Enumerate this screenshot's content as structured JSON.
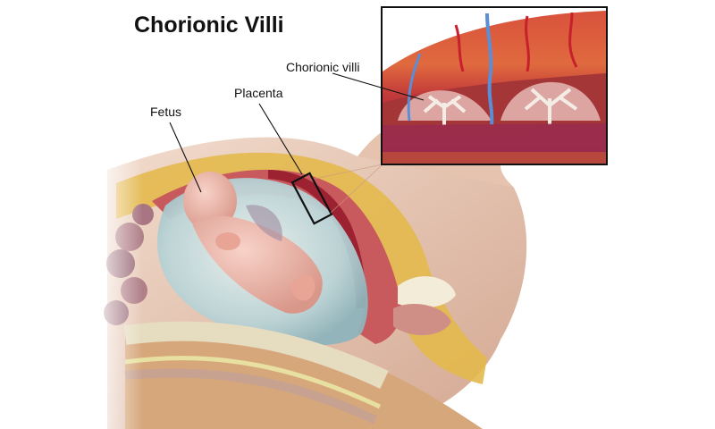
{
  "title": "Chorionic Villi",
  "labels": {
    "fetus": "Fetus",
    "placenta": "Placenta",
    "chorionic_villi": "Chorionic villi"
  },
  "colors": {
    "skin": "#e8c7b2",
    "skin_shadow": "#c99b82",
    "fat": "#e3b94d",
    "muscle": "#b8434a",
    "uterine_wall": "#c85a5e",
    "placenta": "#9c2232",
    "amniotic": "#b8d4d8",
    "fetus": "#f0b5a8",
    "spine_bone": "#e6dcc0",
    "vessel_blue": "#5a8fd8",
    "vessel_red": "#c81f2e"
  }
}
